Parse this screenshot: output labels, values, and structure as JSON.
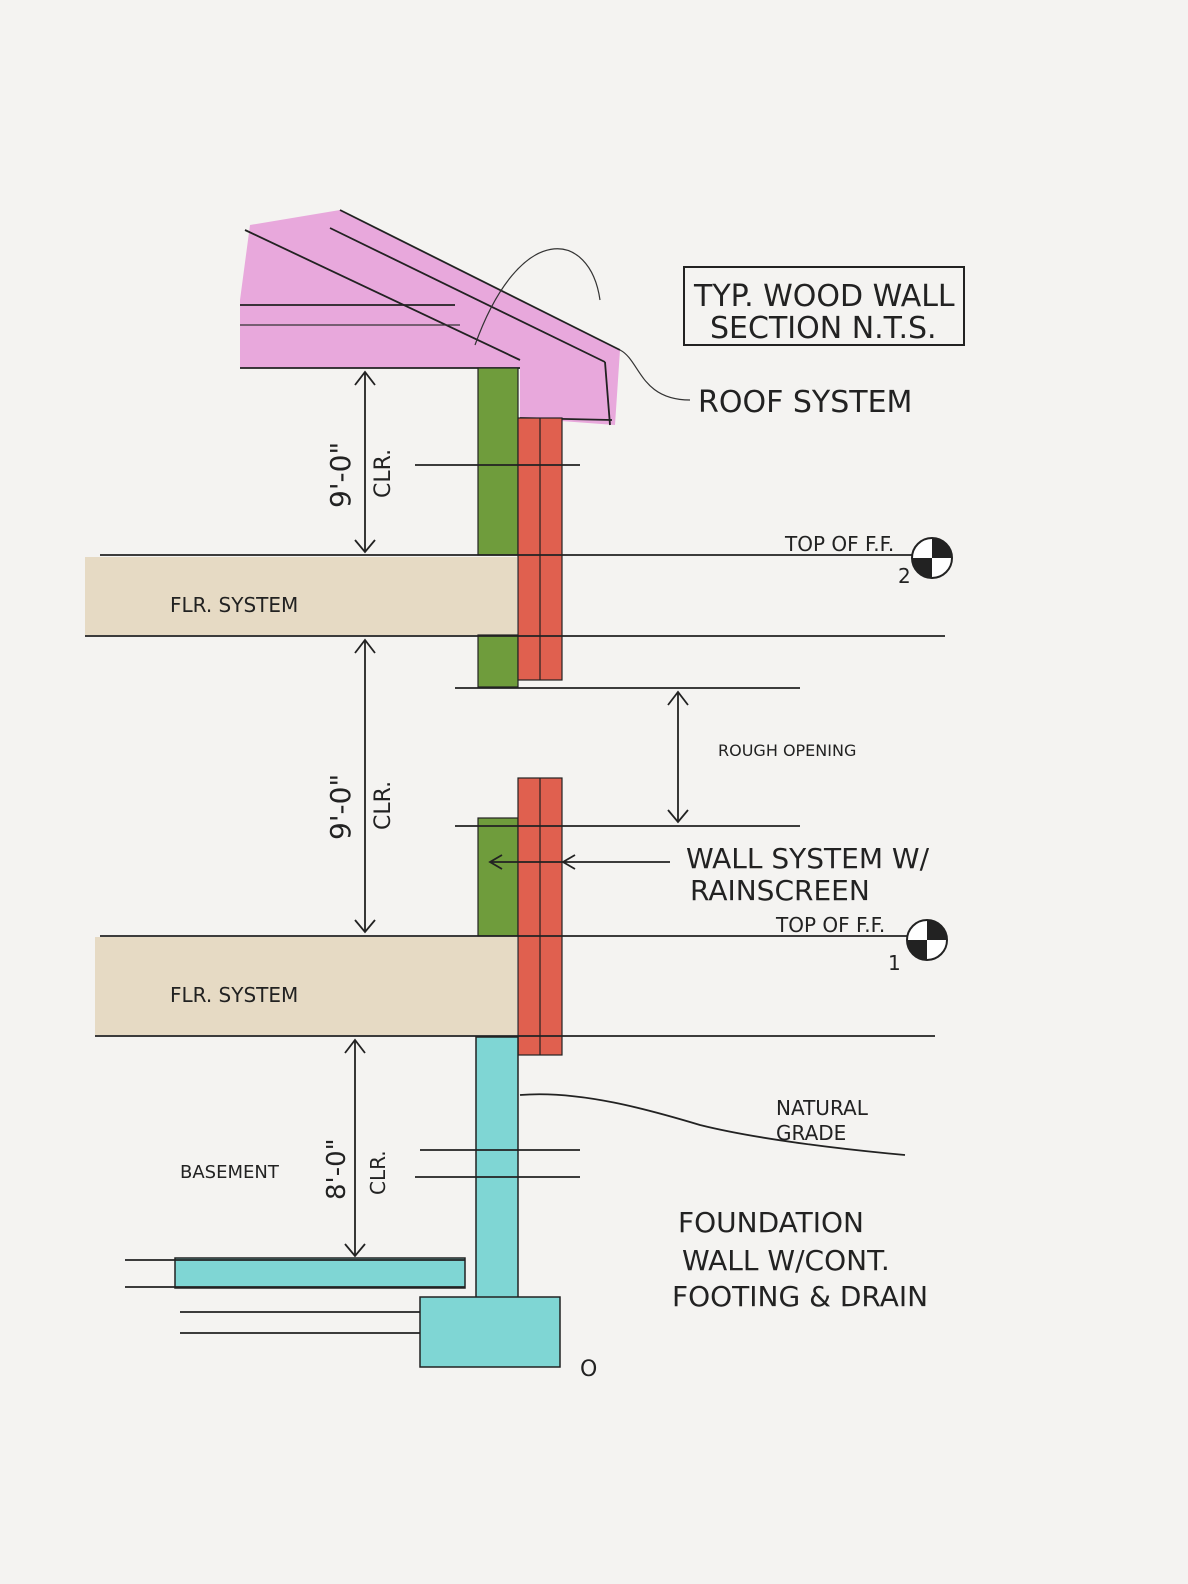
{
  "title": {
    "line1": "TYP. WOOD WALL",
    "line2": "SECTION  N.T.S."
  },
  "labels": {
    "roof_system": "ROOF SYSTEM",
    "top_ff_2": "TOP OF F.F.",
    "level_2": "2",
    "flr_system_upper": "FLR. SYSTEM",
    "rough_opening": "ROUGH OPENING",
    "wall_system_1": "WALL SYSTEM W/",
    "wall_system_2": "RAINSCREEN",
    "top_ff_1": "TOP OF F.F.",
    "level_1": "1",
    "flr_system_lower": "FLR. SYSTEM",
    "natural_grade_1": "NATURAL",
    "natural_grade_2": "GRADE",
    "basement": "BASEMENT",
    "foundation_1": "FOUNDATION",
    "foundation_2": "WALL W/CONT.",
    "foundation_3": "FOOTING & DRAIN",
    "drain": "O"
  },
  "dimensions": {
    "upper": {
      "value": "9'-0\"",
      "note": "CLR."
    },
    "middle": {
      "value": "9'-0\"",
      "note": "CLR."
    },
    "basement": {
      "value": "8'-0\"",
      "note": "CLR."
    }
  },
  "colors": {
    "roof": "#e8a8dc",
    "studs": "#6f9c3c",
    "rainscreen": "#e0604f",
    "floor": "#e6dac4",
    "concrete": "#7fd6d4",
    "paper": "#f4f3f1"
  }
}
